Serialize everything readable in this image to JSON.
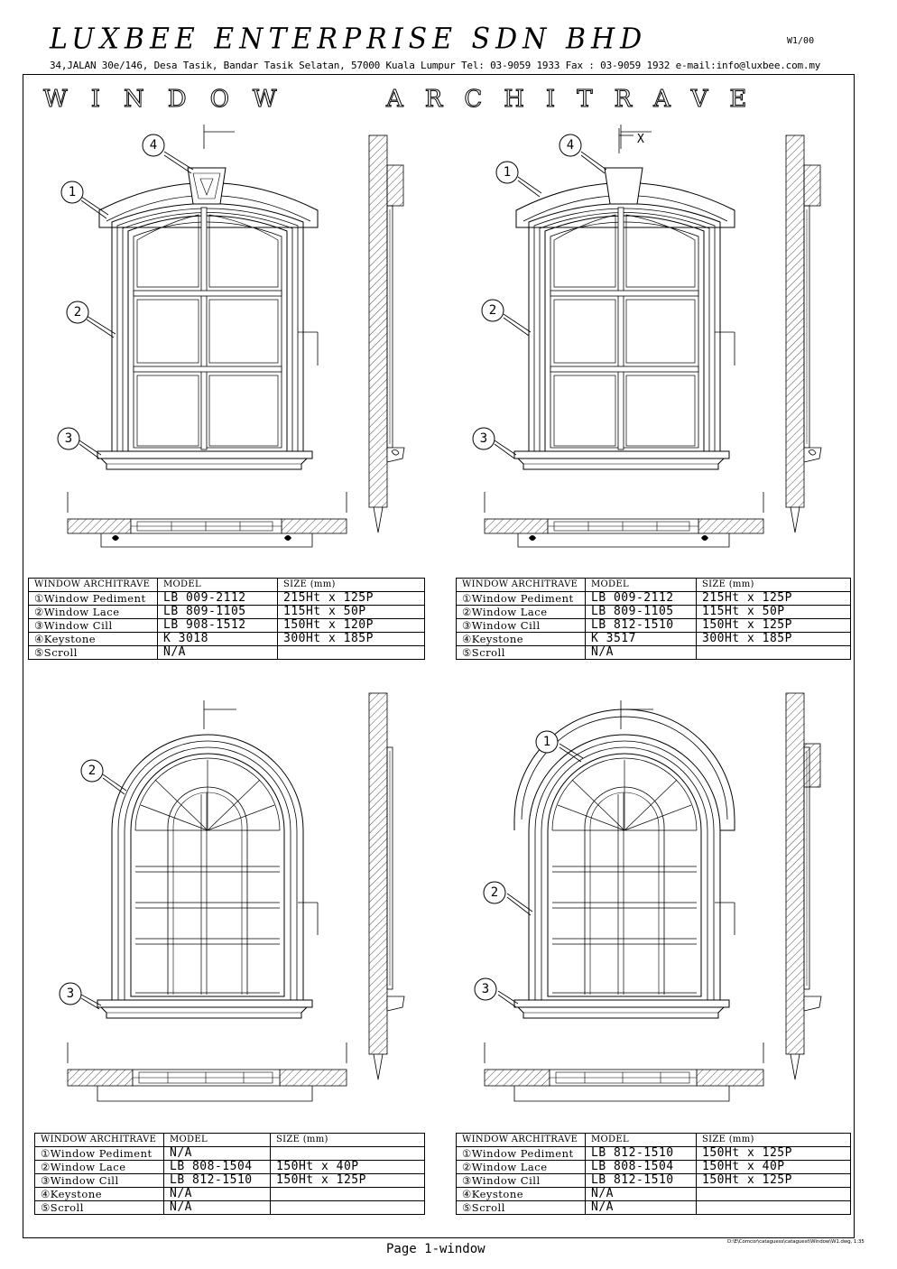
{
  "header": {
    "company": "LUXBEE ENTERPRISE SDN BHD",
    "code": "W1/00",
    "address": "34,JALAN 30e/146, Desa Tasik, Bandar Tasik Selatan, 57000 Kuala Lumpur     Tel: 03-9059 1933   Fax : 03-9059 1932   e-mail:info@luxbee.com.my"
  },
  "title": {
    "word1": "WINDOW",
    "word2": "ARCHITRAVE"
  },
  "markers": {
    "m1": "1",
    "m2": "2",
    "m3": "3",
    "m4": "4",
    "section_x": "X"
  },
  "table_headers": {
    "col1": "WINDOW ARCHITRAVE",
    "col2": "MODEL",
    "col3": "SIZE  (mm)"
  },
  "items": [
    "①Window Pediment",
    "②Window Lace",
    "③Window Cill",
    "④Keystone",
    "⑤Scroll"
  ],
  "panels": [
    {
      "rows": [
        {
          "model": "LB 009-2112",
          "size": "215Ht x 125P"
        },
        {
          "model": "LB 809-1105",
          "size": "115Ht x 50P"
        },
        {
          "model": "LB 908-1512",
          "size": "150Ht x 120P"
        },
        {
          "model": "K 3018",
          "size": "300Ht x 185P"
        },
        {
          "model": "N/A",
          "size": ""
        }
      ]
    },
    {
      "rows": [
        {
          "model": "LB 009-2112",
          "size": "215Ht x 125P"
        },
        {
          "model": "LB 809-1105",
          "size": "115Ht x 50P"
        },
        {
          "model": "LB 812-1510",
          "size": "150Ht x 125P"
        },
        {
          "model": "K 3517",
          "size": "300Ht x 185P"
        },
        {
          "model": "N/A",
          "size": ""
        }
      ]
    },
    {
      "rows": [
        {
          "model": "N/A",
          "size": ""
        },
        {
          "model": "LB 808-1504",
          "size": "150Ht x 40P"
        },
        {
          "model": "LB 812-1510",
          "size": "150Ht x 125P"
        },
        {
          "model": "N/A",
          "size": ""
        },
        {
          "model": "N/A",
          "size": ""
        }
      ]
    },
    {
      "rows": [
        {
          "model": "LB 812-1510",
          "size": "150Ht x 125P"
        },
        {
          "model": "LB 808-1504",
          "size": "150Ht x 40P"
        },
        {
          "model": "LB 812-1510",
          "size": "150Ht x 125P"
        },
        {
          "model": "N/A",
          "size": ""
        },
        {
          "model": "N/A",
          "size": ""
        }
      ]
    }
  ],
  "footer": {
    "page": "Page 1-window",
    "path": "D:\\E\\Comcor\\cataguess\\cataguest\\Window\\W1.dwg, 1:35"
  }
}
